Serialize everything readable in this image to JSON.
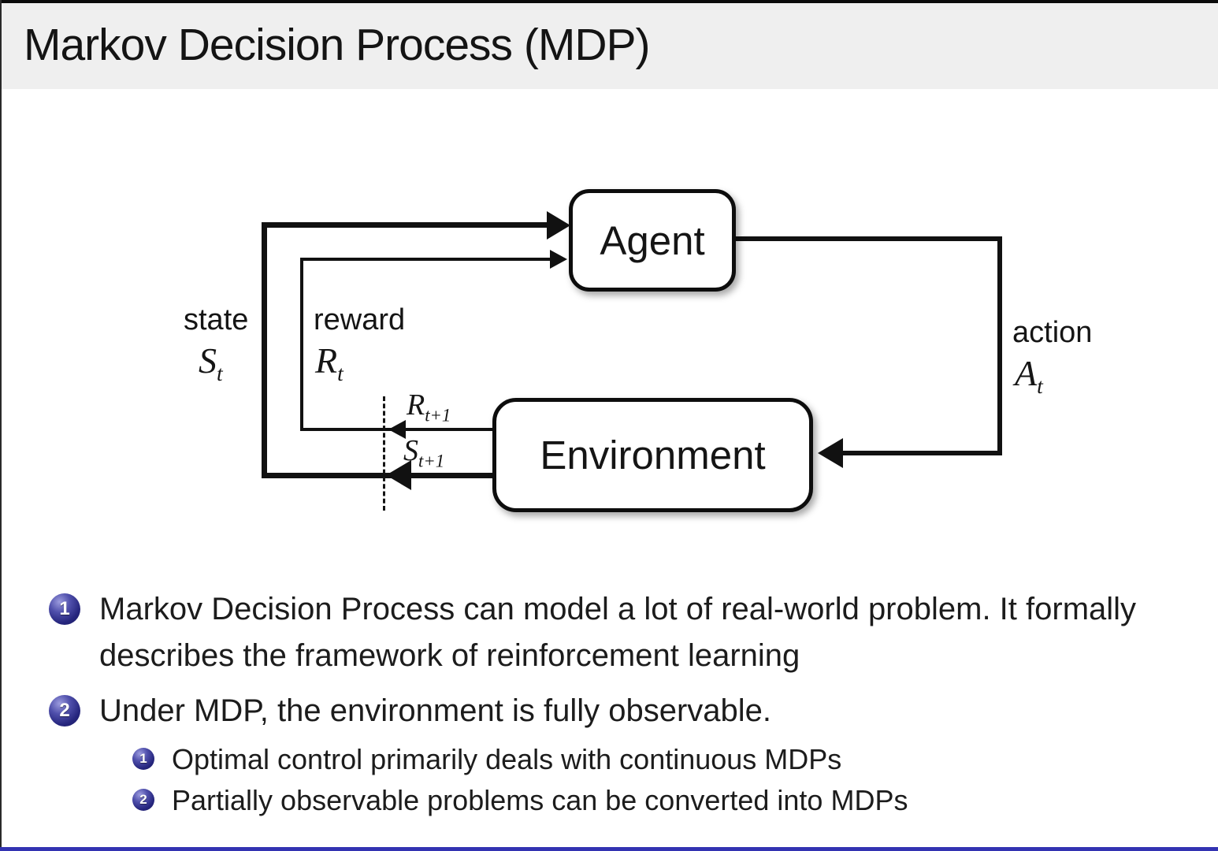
{
  "slide": {
    "title": "Markov Decision Process (MDP)"
  },
  "diagram": {
    "agent_label": "Agent",
    "environment_label": "Environment",
    "state_label": "state",
    "state_symbol": "S",
    "state_sub": "t",
    "reward_label": "reward",
    "reward_symbol": "R",
    "reward_sub": "t",
    "action_label": "action",
    "action_symbol": "A",
    "action_sub": "t",
    "next_reward_symbol": "R",
    "next_reward_sub": "t+1",
    "next_state_symbol": "S",
    "next_state_sub": "t+1"
  },
  "bullets": [
    {
      "number": "1",
      "text": "Markov Decision Process can model a lot of real-world problem. It formally describes the framework of reinforcement learning"
    },
    {
      "number": "2",
      "text": "Under MDP, the environment is fully observable."
    }
  ],
  "sub_bullets": [
    {
      "number": "1",
      "text": "Optimal control primarily deals with continuous MDPs"
    },
    {
      "number": "2",
      "text": "Partially observable problems can be converted into MDPs"
    }
  ],
  "colors": {
    "title_bar_bg": "#efefef",
    "text": "#1b1b1b",
    "diagram_line": "#111111",
    "bullet_ball": "#26267e",
    "footer_bar": "#3333b2"
  }
}
